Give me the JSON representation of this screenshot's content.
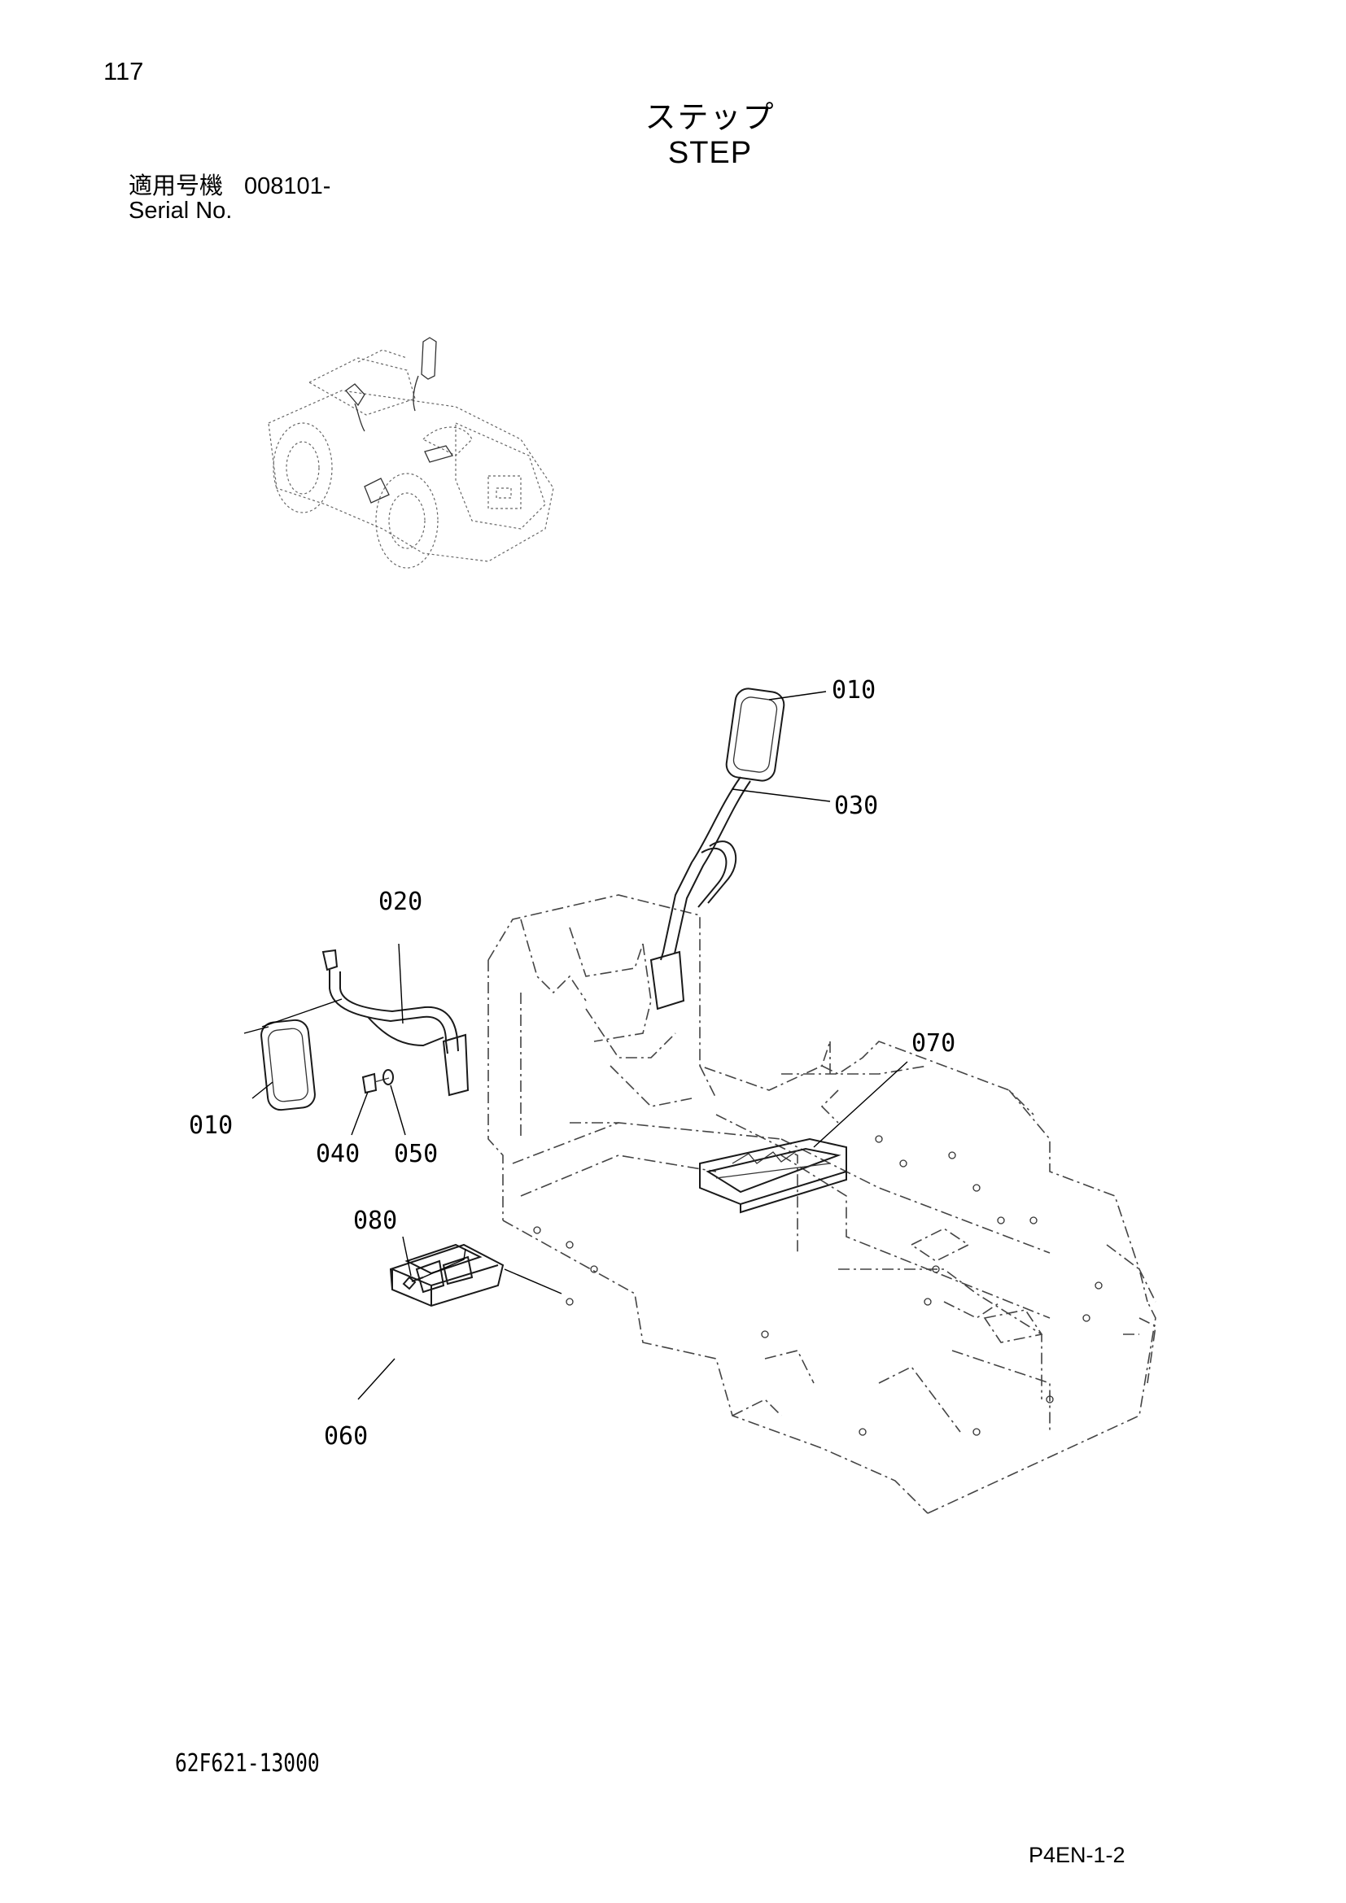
{
  "page_number": "117",
  "title_jp": "ステップ",
  "title_en": "STEP",
  "serial": {
    "label_jp": "適用号機",
    "value": "008101-",
    "label_en": "Serial No."
  },
  "callouts": [
    "010",
    "030",
    "020",
    "070",
    "010",
    "040",
    "050",
    "080",
    "060"
  ],
  "drawing_number": "62F621-13000",
  "page_code": "P4EN-1-2"
}
